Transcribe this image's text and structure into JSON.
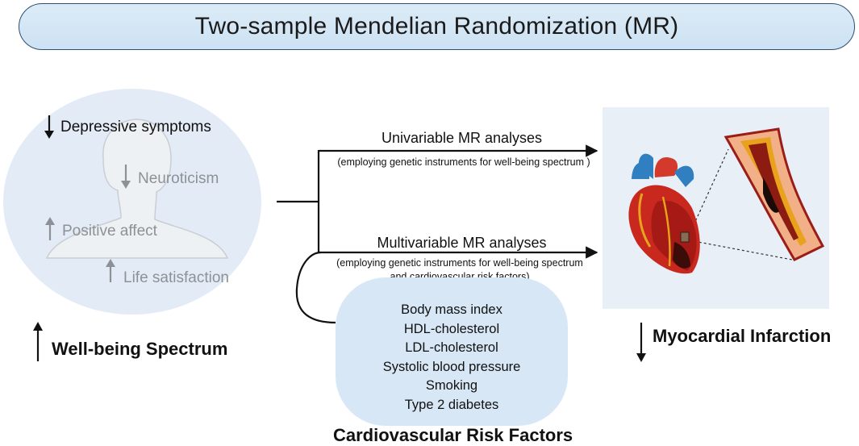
{
  "title": "Two-sample Mendelian Randomization (MR)",
  "exposure": {
    "items": [
      {
        "label": "Depressive symptoms",
        "direction": "down"
      },
      {
        "label": "Neuroticism",
        "direction": "down"
      },
      {
        "label": "Positive affect",
        "direction": "up"
      },
      {
        "label": "Life satisfaction",
        "direction": "up"
      }
    ],
    "title": "Well-being Spectrum",
    "title_direction": "up"
  },
  "univariable": {
    "label": "Univariable MR analyses",
    "sublabel": "(employing genetic instruments for well-being spectrum )"
  },
  "multivariable": {
    "label": "Multivariable MR analyses",
    "sublabel_line1": "(employing genetic instruments for well-being spectrum",
    "sublabel_line2": "and  cardiovascular risk factors)"
  },
  "risk_factors": {
    "items": [
      "Body mass index",
      "HDL-cholesterol",
      "LDL-cholesterol",
      "Systolic blood pressure",
      "Smoking",
      "Type 2 diabetes"
    ],
    "title": "Cardiovascular Risk Factors"
  },
  "outcome": {
    "title": "Myocardial Infarction",
    "title_direction": "down"
  },
  "colors": {
    "banner_fill": "#d6e7f5",
    "banner_border": "#2c4f73",
    "circle_fill": "#e3ecf6",
    "risk_box_fill": "#d7e7f6",
    "heart_red": "#c8281e",
    "vessel_blue": "#2f7fc1"
  }
}
